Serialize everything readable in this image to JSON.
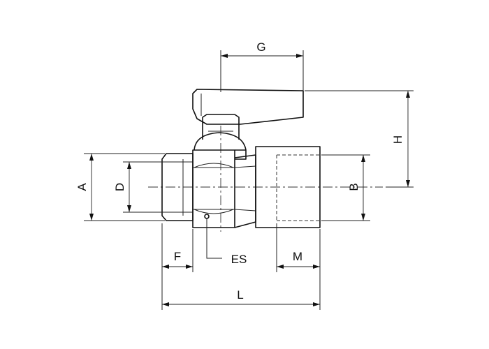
{
  "dimensions": {
    "G": "G",
    "H": "H",
    "A": "A",
    "D": "D",
    "B": "B",
    "F": "F",
    "ES": "ES",
    "M": "M",
    "L": "L"
  }
}
